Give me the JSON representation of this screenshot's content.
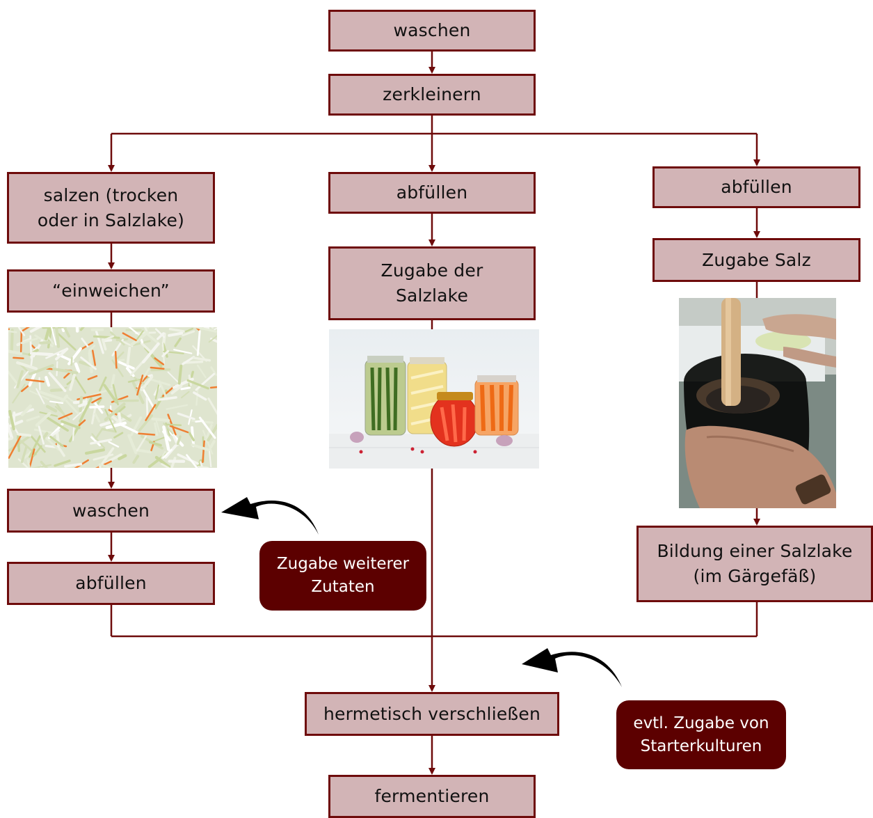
{
  "colors": {
    "box_fill": "#d2b4b6",
    "box_border": "#6e0b0b",
    "connector": "#6e0b0b",
    "note_fill": "#5c0000",
    "note_text": "#ffffff",
    "curved_arrow": "#000000"
  },
  "nodes": {
    "wash_top": "waschen",
    "chop": "zerkleinern",
    "left_salt": "salzen (trocken\noder in Salzlake)",
    "left_soak": "“einweichen”",
    "left_wash": "waschen",
    "left_fill": "abfüllen",
    "mid_fill": "abfüllen",
    "mid_brine": "Zugabe der\nSalzlake",
    "right_fill": "abfüllen",
    "right_salt": "Zugabe Salz",
    "right_brine": "Bildung einer Salzlake\n(im Gärgefäß)",
    "seal": "hermetisch verschließen",
    "ferment": "fermentieren"
  },
  "notes": {
    "add_ingredients": "Zugabe weiterer\nZutaten",
    "starter": "evtl. Zugabe von\nStarterkulturen"
  },
  "images": {
    "left": "shredded-cabbage-photo",
    "middle": "pickle-jars-photo",
    "right": "fermentation-crock-photo"
  }
}
